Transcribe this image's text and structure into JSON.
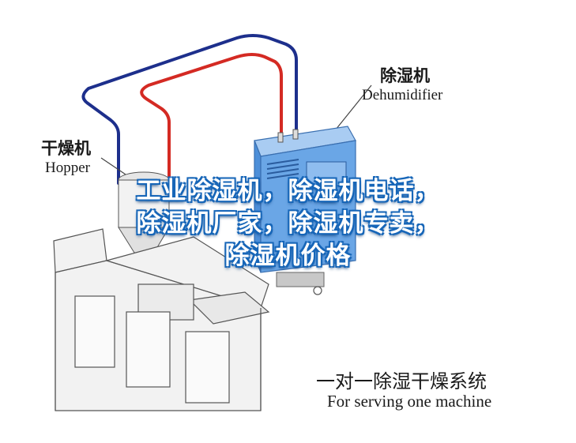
{
  "labels": {
    "dehumidifier_cn": "除湿机",
    "dehumidifier_en": "Dehumidifier",
    "hopper_cn": "干燥机",
    "hopper_en": "Hopper",
    "system_cn": "一对一除湿干燥系统",
    "system_en": "For serving one machine"
  },
  "overlay_lines": [
    "工业除湿机，除湿机电话，",
    "除湿机厂家，除湿机专卖，",
    "除湿机价格"
  ],
  "colors": {
    "pipe_blue": "#1d2f8c",
    "pipe_red": "#d42a23",
    "dehumidifier_body": "#6aa6e6",
    "machine_body": "#f2f2f2",
    "outline": "#555555",
    "overlay_stroke": "#1766b8"
  }
}
